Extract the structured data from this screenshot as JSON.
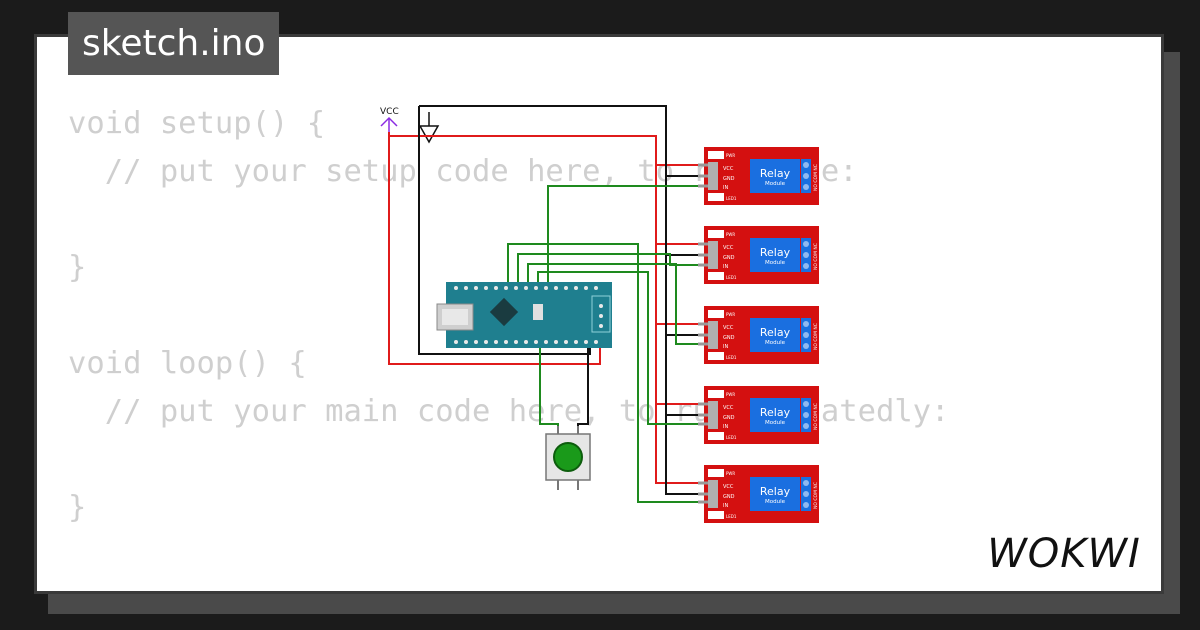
{
  "file_tab": {
    "label": "sketch.ino"
  },
  "code_lines": [
    "void setup() {",
    "  // put your setup code here, to run once:",
    "",
    "}",
    "",
    "void loop() {",
    "  // put your main code here, to run repeatedly:",
    "",
    "}"
  ],
  "diagram": {
    "power_label": "VCC",
    "relays": [
      {
        "title": "Relay",
        "subtitle": "Module"
      },
      {
        "title": "Relay",
        "subtitle": "Module"
      },
      {
        "title": "Relay",
        "subtitle": "Module"
      },
      {
        "title": "Relay",
        "subtitle": "Module"
      },
      {
        "title": "Relay",
        "subtitle": "Module"
      }
    ],
    "relay_pin_labels": [
      "VCC",
      "GND",
      "IN"
    ],
    "relay_contact_labels": "NO COM NC",
    "relay_led_labels": [
      "PWR",
      "LED1"
    ],
    "colors": {
      "wire_power": "#e01b1b",
      "wire_ground": "#111111",
      "wire_signal": "#1e8a1e",
      "relay_board": "#d41010",
      "relay_body": "#1a6fe0",
      "arduino_board": "#1f7f8f",
      "vcc_symbol": "#8a2be2",
      "button_cap": "#1a9a1a"
    },
    "icons": [
      "vcc-symbol-icon",
      "ground-symbol-icon",
      "arduino-nano-icon",
      "pushbutton-icon"
    ]
  },
  "brand": {
    "name": "WOKWI"
  }
}
